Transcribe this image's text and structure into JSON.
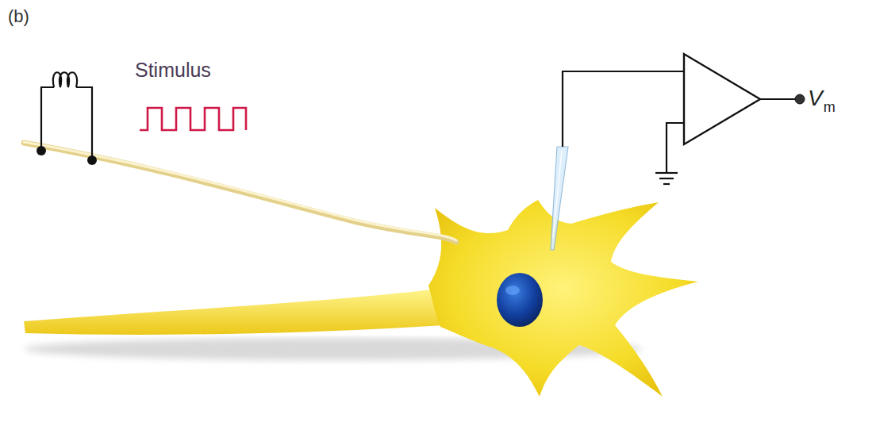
{
  "diagram": {
    "labels": [
      "(b)",
      "Stimulus",
      "V",
      "m"
    ]
  }
}
